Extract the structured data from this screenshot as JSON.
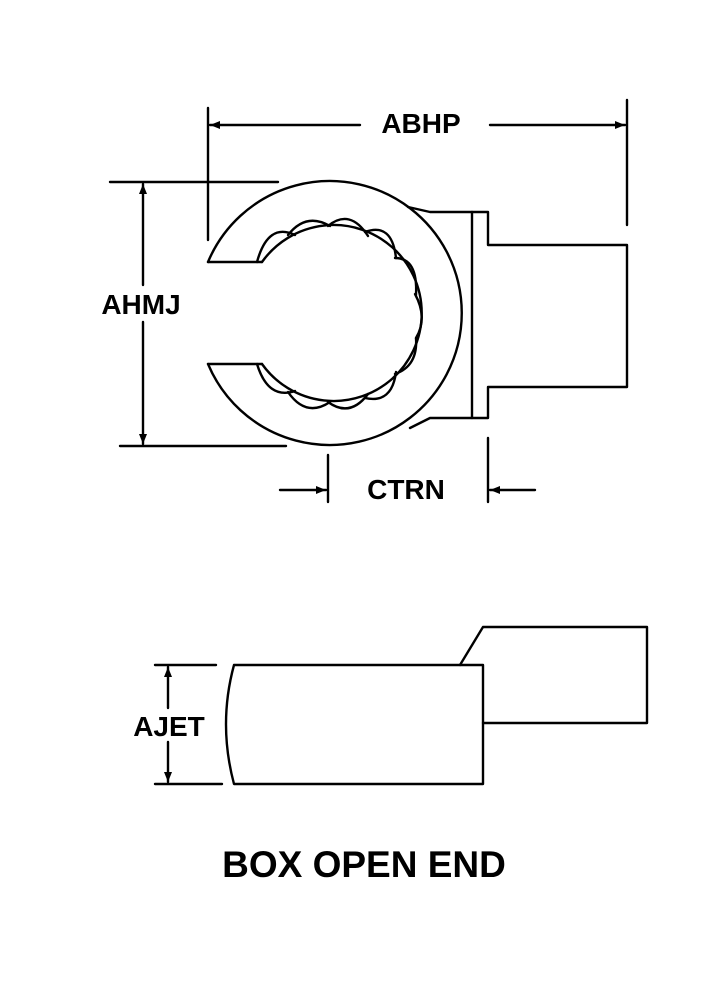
{
  "diagram": {
    "labels": {
      "abhp": "ABHP",
      "ahmj": "AHMJ",
      "ctrn": "CTRN",
      "ajet": "AJET"
    },
    "caption": "BOX OPEN END"
  },
  "colors": {
    "stroke": "#000000",
    "background": "#ffffff"
  }
}
